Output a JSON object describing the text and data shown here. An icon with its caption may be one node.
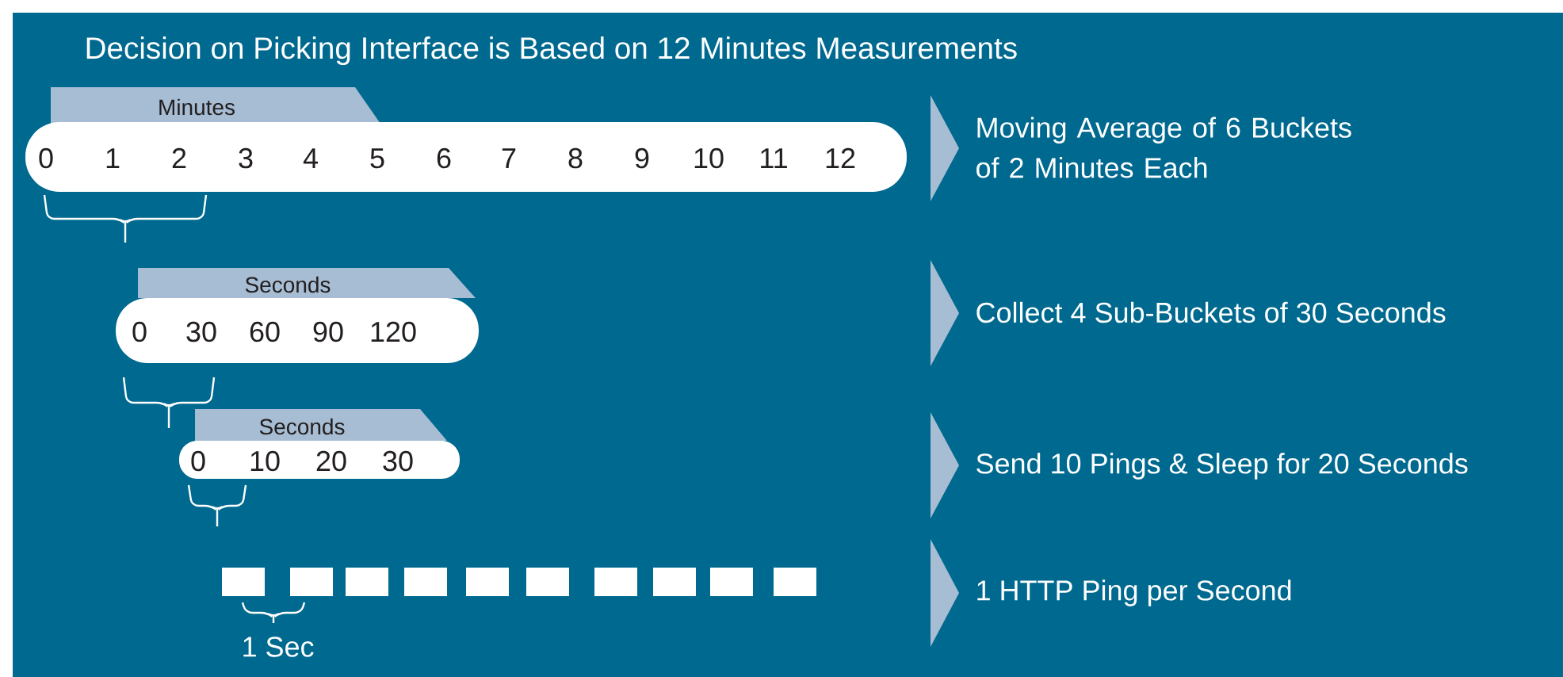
{
  "diagram": {
    "title": "Decision on Picking Interface is Based on 12 Minutes Measurements",
    "nodes": [
      {
        "text": [
          "Minutes"
        ]
      },
      {
        "text": [
          "0",
          "1",
          "2",
          "3",
          "4",
          "5",
          "6",
          "7",
          "8",
          "9",
          "10",
          "11",
          "12"
        ]
      },
      {
        "text": [
          "Seconds"
        ]
      },
      {
        "text": [
          "0",
          "30",
          "60",
          "90",
          "120"
        ]
      },
      {
        "text": [
          "Seconds"
        ]
      },
      {
        "text": [
          "0",
          "10",
          "20",
          "30"
        ]
      },
      {
        "text": [],
        "shape": "box"
      },
      {
        "text": [],
        "shape": "box"
      },
      {
        "text": [],
        "shape": "box"
      },
      {
        "text": [],
        "shape": "box"
      },
      {
        "text": [],
        "shape": "box"
      },
      {
        "text": [],
        "shape": "box"
      },
      {
        "text": [],
        "shape": "box"
      },
      {
        "text": [],
        "shape": "box"
      },
      {
        "text": [],
        "shape": "box"
      },
      {
        "text": [],
        "shape": "box"
      }
    ],
    "labels": [
      "Moving Average of 6 Buckets of 2 Minutes Each",
      "Collect 4 Sub-Buckets of 30 Seconds",
      "Send 10 Pings & Sleep for 20 Seconds",
      "1 HTTP Ping per Second",
      "1 Sec"
    ]
  }
}
